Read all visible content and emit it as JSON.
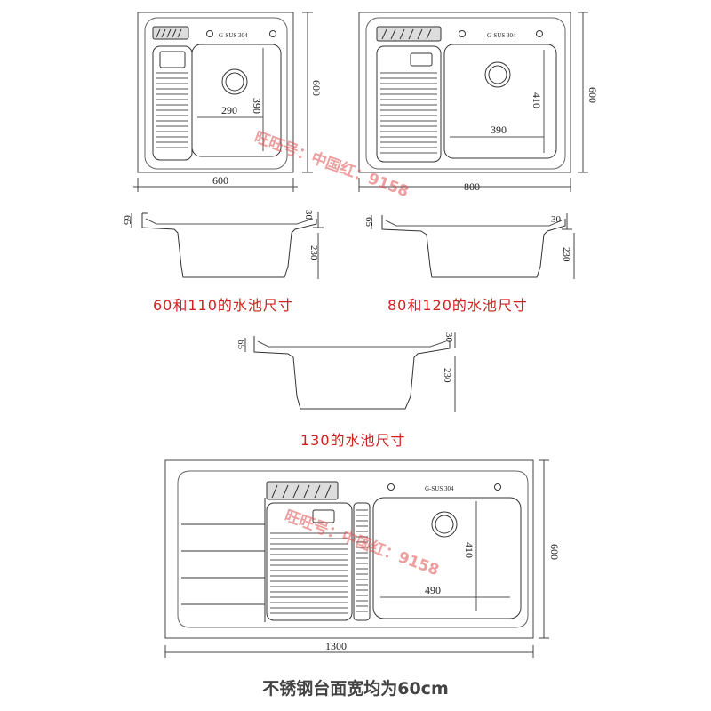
{
  "views": {
    "top_600": {
      "brand": "G-SUS 304",
      "width": "600",
      "depth": "600",
      "basin_w": "290",
      "basin_d": "390"
    },
    "top_800": {
      "brand": "G-SUS 304",
      "width": "800",
      "depth": "600",
      "basin_w": "390",
      "basin_d": "410"
    },
    "side_1": {
      "flange": "65",
      "rim": "30",
      "depth": "230"
    },
    "side_2": {
      "flange": "65",
      "rim": "30",
      "depth": "230"
    },
    "side_3": {
      "flange": "65",
      "rim": "30",
      "depth": "230"
    },
    "top_1300": {
      "brand": "G-SUS 304",
      "width": "1300",
      "depth": "600",
      "basin_w": "490",
      "basin_d": "410"
    }
  },
  "captions": {
    "cap1": "60和110的水池尺寸",
    "cap2": "80和120的水池尺寸",
    "cap3": "130的水池尺寸"
  },
  "footer": "不锈钢台面宽均为60cm",
  "watermark": "旺旺号：中国红：9158"
}
